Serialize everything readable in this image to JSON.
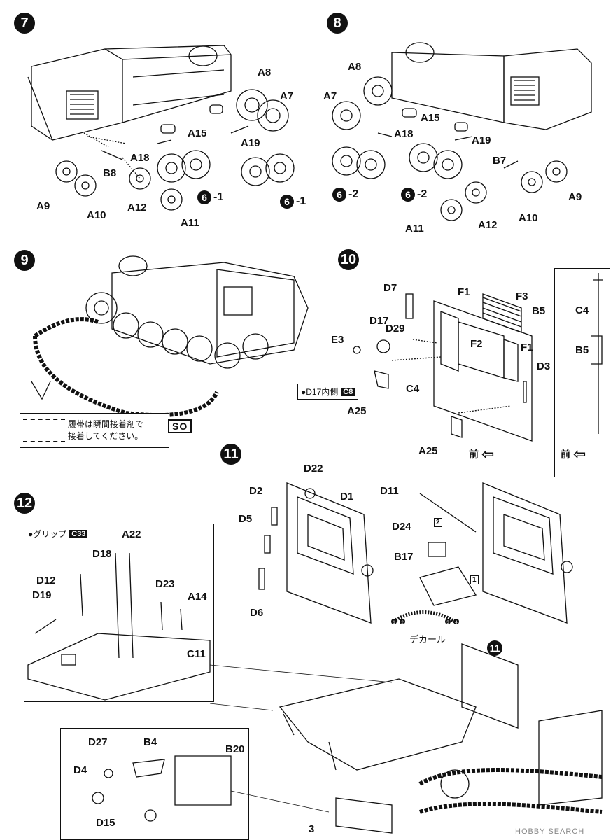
{
  "page_number": "3",
  "watermark": "HOBBY SEARCH",
  "steps": {
    "s7": {
      "number": "7",
      "parts": [
        "A8",
        "A7",
        "A15",
        "A19",
        "A18",
        "B8",
        "A9",
        "A10",
        "A12",
        "A11"
      ],
      "refs": [
        {
          "num": "6",
          "suffix": "-1"
        },
        {
          "num": "6",
          "suffix": "-1"
        }
      ]
    },
    "s8": {
      "number": "8",
      "parts": [
        "A8",
        "A7",
        "A15",
        "A18",
        "A19",
        "B7",
        "A9",
        "A10",
        "A12",
        "A11"
      ],
      "refs": [
        {
          "num": "6",
          "suffix": "-2"
        },
        {
          "num": "6",
          "suffix": "-2"
        }
      ]
    },
    "s9": {
      "number": "9",
      "note_line1": "履帯は瞬間接着剤で",
      "note_line2": "接着してください。",
      "glue_mark": "SO"
    },
    "s10": {
      "number": "10",
      "parts": [
        "D7",
        "F1",
        "F3",
        "B5",
        "D17",
        "D29",
        "E3",
        "F2",
        "F1",
        "D3",
        "C4",
        "A25",
        "A25"
      ],
      "note_text": "●D17内側",
      "note_color": "C8",
      "front_label": "前",
      "side_parts": [
        "C4",
        "B5"
      ],
      "side_front_label": "前"
    },
    "s11": {
      "number": "11",
      "parts": [
        "D22",
        "D2",
        "D1",
        "D5",
        "D6",
        "D11",
        "D24",
        "B17"
      ],
      "sub_steps": [
        "2",
        "1"
      ],
      "decal_label": "デカール",
      "decal_numbers": [
        "1",
        "2",
        "3",
        "4"
      ]
    },
    "s12": {
      "number": "12",
      "grip_label": "●グリップ",
      "grip_color": "C33",
      "parts": [
        "A22",
        "D18",
        "D12",
        "D19",
        "D23",
        "A14",
        "C11"
      ],
      "detail_parts": [
        "D27",
        "B4",
        "B20",
        "D4",
        "D15"
      ],
      "inset_step": "11"
    }
  }
}
